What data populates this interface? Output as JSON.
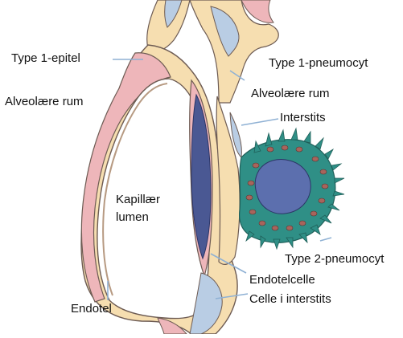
{
  "labels": {
    "type1_epitel": "Type 1-epitel",
    "type1_pneumocyt": "Type 1-pneumocyt",
    "alveolaere_rum_left": "Alveolære rum",
    "alveolaere_rum_right": "Alveolære rum",
    "interstits": "Interstits",
    "kapillaer": "Kapillær",
    "lumen": "lumen",
    "type2_pneumocyt": "Type 2-pneumocyt",
    "endotelcelle": "Endotelcelle",
    "celle_i_interstits": "Celle i interstits",
    "endotel": "Endotel"
  },
  "colors": {
    "interstitium": "#f6deb0",
    "epithelium_pink": "#eeb6ba",
    "membrane_blue": "#b9cde4",
    "nucleus_navy": "#4a5893",
    "type2_green": "#2f8f86",
    "type2_nucleus": "#5c6fae",
    "granule": "#a8645c",
    "leader_line": "#8fb1d4",
    "outline": "#6d5b53"
  }
}
